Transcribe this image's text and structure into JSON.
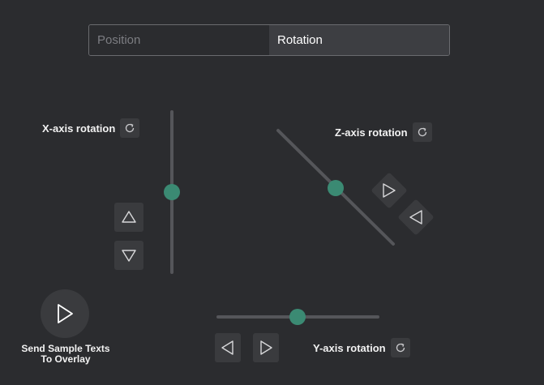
{
  "tabs": [
    {
      "label": "Position",
      "active": false
    },
    {
      "label": "Rotation",
      "active": true
    }
  ],
  "x_axis": {
    "label": "X-axis rotation",
    "icon_reset": "reset-icon",
    "icon_up": "triangle-up-icon",
    "icon_down": "triangle-down-icon",
    "value_fraction": 0.5
  },
  "y_axis": {
    "label": "Y-axis rotation",
    "icon_reset": "reset-icon",
    "icon_left": "triangle-left-icon",
    "icon_right": "triangle-right-icon",
    "value_fraction": 0.5
  },
  "z_axis": {
    "label": "Z-axis rotation",
    "icon_reset": "reset-icon",
    "value_fraction": 0.5
  },
  "send": {
    "label_line1": "Send Sample Texts",
    "label_line2": "To Overlay",
    "icon": "play-icon"
  },
  "colors": {
    "accent": "#3b8a73",
    "background": "#2b2c2f",
    "button": "#3a3b3e"
  }
}
